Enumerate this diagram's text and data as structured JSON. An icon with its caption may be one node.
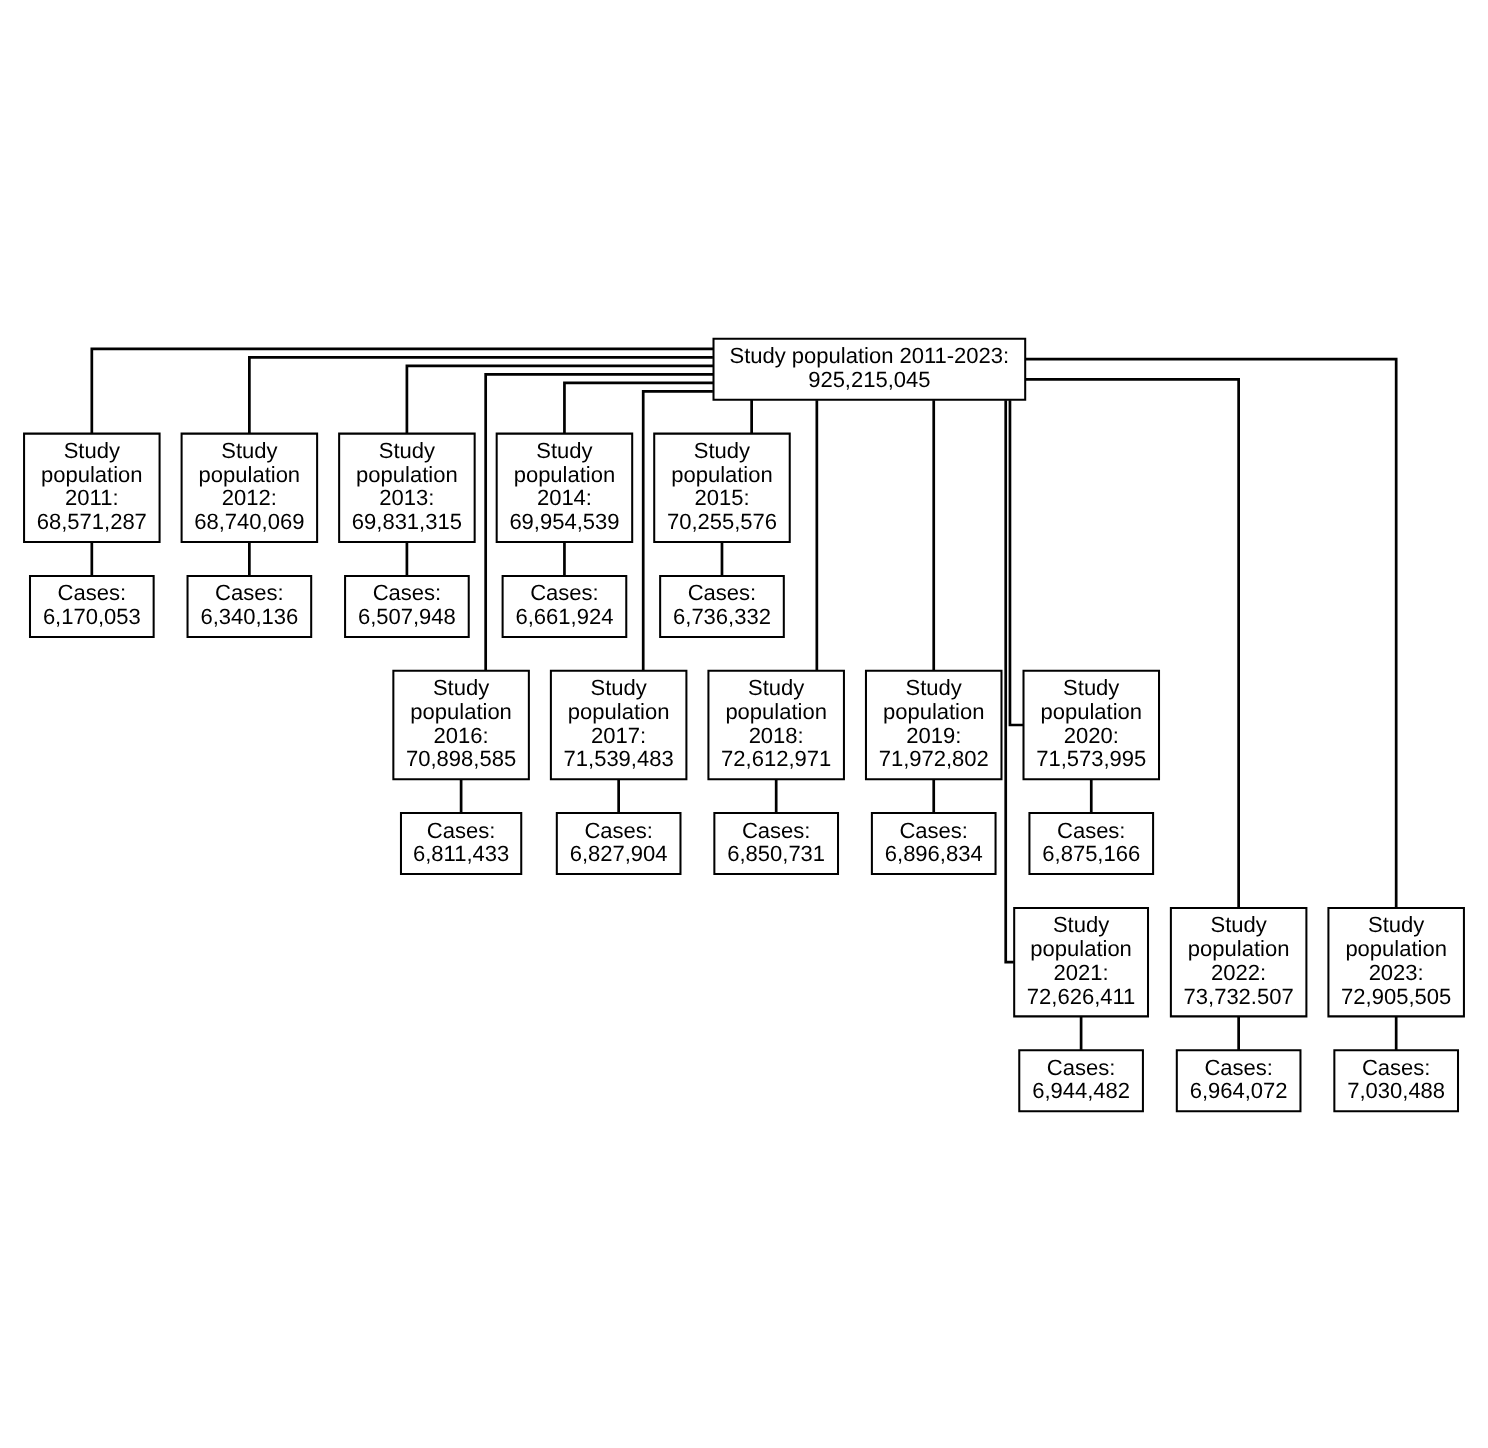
{
  "diagram": {
    "nodes": [
      {
        "text": [
          "Study population 2011-2023: 925,215,045"
        ]
      },
      {
        "text": [
          "Study population 2011: 68,571,287"
        ]
      },
      {
        "text": [
          "Study population 2012: 68,740,069"
        ]
      },
      {
        "text": [
          "Study population 2013: 69,831,315"
        ]
      },
      {
        "text": [
          "Study population 2014: 69,954,539"
        ]
      },
      {
        "text": [
          "Study population 2015: 70,255,576"
        ]
      },
      {
        "text": [
          "Cases: 6,170,053"
        ]
      },
      {
        "text": [
          "Cases: 6,340,136"
        ]
      },
      {
        "text": [
          "Cases: 6,507,948"
        ]
      },
      {
        "text": [
          "Cases: 6,661,924"
        ]
      },
      {
        "text": [
          "Cases: 6,736,332"
        ]
      },
      {
        "text": [
          "Study population 2016: 70,898,585"
        ]
      },
      {
        "text": [
          "Study population 2017: 71,539,483"
        ]
      },
      {
        "text": [
          "Study population 2018: 72,612,971"
        ]
      },
      {
        "text": [
          "Study population 2019: 71,972,802"
        ]
      },
      {
        "text": [
          "Study population 2020: 71,573,995"
        ]
      },
      {
        "text": [
          "Cases: 6,811,433"
        ]
      },
      {
        "text": [
          "Cases: 6,827,904"
        ]
      },
      {
        "text": [
          "Cases: 6,850,731"
        ]
      },
      {
        "text": [
          "Cases: 6,896,834"
        ]
      },
      {
        "text": [
          "Cases: 6,875,166"
        ]
      },
      {
        "text": [
          "Study population 2021: 72,626,411"
        ]
      },
      {
        "text": [
          "Study population 2022: 73,732.507"
        ]
      },
      {
        "text": [
          "Study population 2023: 72,905,505"
        ]
      },
      {
        "text": [
          "Cases: 6,944,482"
        ]
      },
      {
        "text": [
          "Cases: 6,964,072"
        ]
      },
      {
        "text": [
          "Cases: 7,030,488"
        ]
      }
    ],
    "edges": [
      {
        "from": 0,
        "to": 1,
        "arrow": "none"
      },
      {
        "from": 0,
        "to": 2,
        "arrow": "none"
      },
      {
        "from": 0,
        "to": 3,
        "arrow": "none"
      },
      {
        "from": 0,
        "to": 4,
        "arrow": "none"
      },
      {
        "from": 0,
        "to": 5,
        "arrow": "none"
      },
      {
        "from": 1,
        "to": 6,
        "arrow": "none"
      },
      {
        "from": 2,
        "to": 7,
        "arrow": "none"
      },
      {
        "from": 3,
        "to": 8,
        "arrow": "none"
      },
      {
        "from": 4,
        "to": 9,
        "arrow": "none"
      },
      {
        "from": 5,
        "to": 10,
        "arrow": "none"
      },
      {
        "from": 0,
        "to": 11,
        "arrow": "none"
      },
      {
        "from": 0,
        "to": 12,
        "arrow": "none"
      },
      {
        "from": 0,
        "to": 13,
        "arrow": "none"
      },
      {
        "from": 0,
        "to": 14,
        "arrow": "none"
      },
      {
        "from": 0,
        "to": 15,
        "arrow": "none"
      },
      {
        "from": 11,
        "to": 16,
        "arrow": "none"
      },
      {
        "from": 12,
        "to": 17,
        "arrow": "none"
      },
      {
        "from": 13,
        "to": 18,
        "arrow": "none"
      },
      {
        "from": 14,
        "to": 19,
        "arrow": "none"
      },
      {
        "from": 15,
        "to": 20,
        "arrow": "none"
      },
      {
        "from": 0,
        "to": 21,
        "arrow": "none"
      },
      {
        "from": 0,
        "to": 22,
        "arrow": "none"
      },
      {
        "from": 0,
        "to": 23,
        "arrow": "none"
      },
      {
        "from": 21,
        "to": 24,
        "arrow": "none"
      },
      {
        "from": 22,
        "to": 25,
        "arrow": "none"
      },
      {
        "from": 23,
        "to": 26,
        "arrow": "none"
      }
    ]
  }
}
